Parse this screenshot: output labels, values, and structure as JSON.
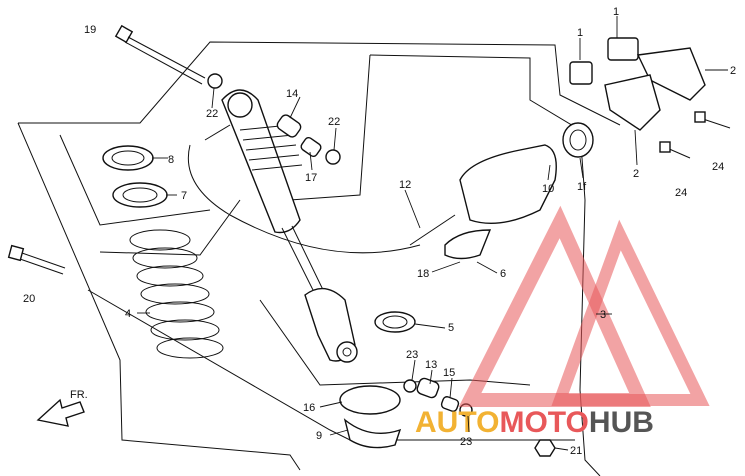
{
  "labels": {
    "l1a": "1",
    "l1b": "1",
    "l1c": "1f",
    "l2a": "2",
    "l2b": "2",
    "l3": "3",
    "l4": "4",
    "l5": "5",
    "l6": "6",
    "l7": "7",
    "l8": "8",
    "l9": "9",
    "l10": "10",
    "l12": "12",
    "l13": "13",
    "l14": "14",
    "l15": "15",
    "l16": "16",
    "l17": "17",
    "l18": "18",
    "l19": "19",
    "l20": "20",
    "l21": "21",
    "l22a": "22",
    "l22b": "22",
    "l23a": "23",
    "l23b": "23",
    "l24a": "24",
    "l24b": "24",
    "fr": "FR."
  },
  "watermark": {
    "part1": "AUTO",
    "part2": "MOTO",
    "part3": "HUB",
    "color_gold": "#f2b233",
    "color_red": "#e8585a",
    "color_grey": "#555555"
  }
}
